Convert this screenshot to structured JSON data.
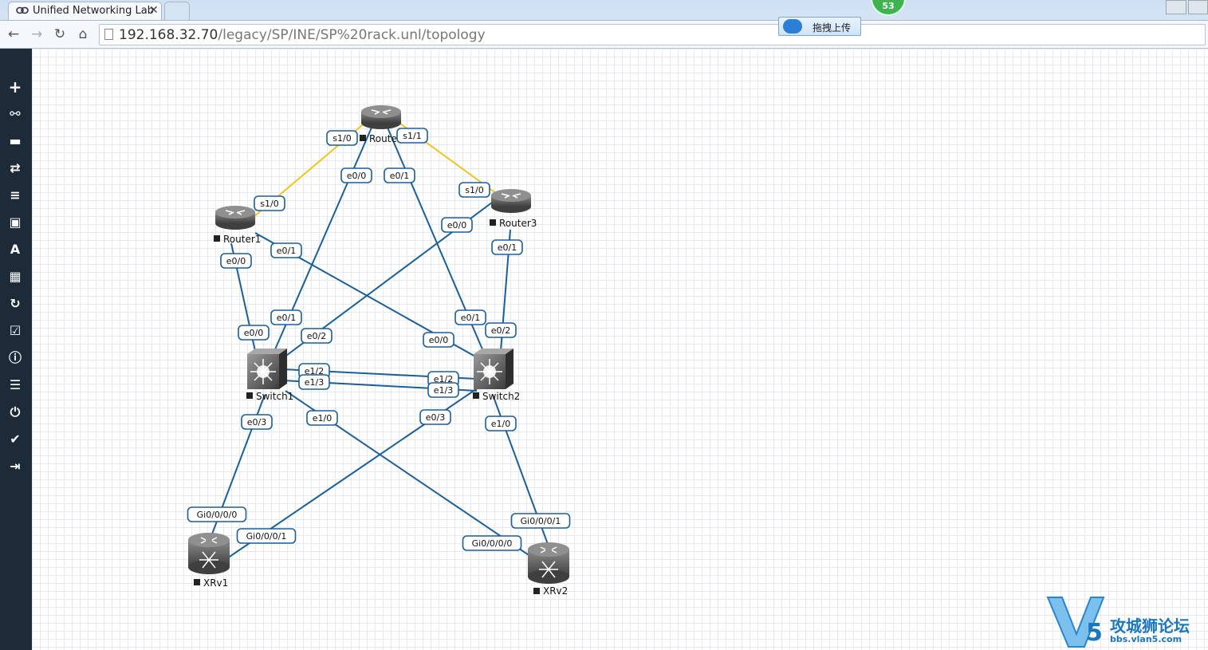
{
  "browser": {
    "tab_title": "Unified Networking Lab",
    "url_host": "192.168.32.70",
    "url_path": "/legacy/SP/INE/SP%20rack.unl/topology",
    "upload_button": "拖拽上传",
    "badge_count": "53"
  },
  "sidebar": {
    "icons": [
      "add-icon",
      "link-icon",
      "storage-icon",
      "exchange-icon",
      "list-icon",
      "image-icon",
      "text-icon",
      "grid-icon",
      "refresh-icon",
      "checkbox-icon",
      "info-icon",
      "table-icon",
      "power-icon",
      "check-circle-icon",
      "logout-icon"
    ]
  },
  "topology": {
    "nodes": [
      {
        "id": "r2",
        "label": "Router",
        "kind": "router"
      },
      {
        "id": "r1",
        "label": "Router1",
        "kind": "router"
      },
      {
        "id": "r3",
        "label": "Router3",
        "kind": "router"
      },
      {
        "id": "sw1",
        "label": "Switch1",
        "kind": "switch"
      },
      {
        "id": "sw2",
        "label": "Switch2",
        "kind": "switch"
      },
      {
        "id": "xr1",
        "label": "XRv1",
        "kind": "xr"
      },
      {
        "id": "xr2",
        "label": "XRv2",
        "kind": "xr"
      }
    ],
    "ports": [
      "s1/0",
      "s1/1",
      "s1/0",
      "s1/0",
      "e0/0",
      "e0/1",
      "e0/0",
      "e0/0",
      "e0/1",
      "e0/1",
      "e0/2",
      "e0/0",
      "e0/1",
      "e0/1",
      "e0/0",
      "e0/2",
      "e0/2",
      "e0/0",
      "e1/2",
      "e1/3",
      "e1/2",
      "e1/3",
      "e0/3",
      "e1/0",
      "e0/3",
      "e1/0",
      "Gi0/0/0/0",
      "Gi0/0/0/1",
      "Gi0/0/0/0",
      "Gi0/0/0/1"
    ]
  },
  "watermark": {
    "title": "攻城狮论坛",
    "url": "bbs.vlan5.com"
  }
}
